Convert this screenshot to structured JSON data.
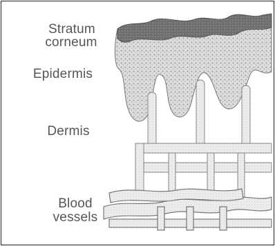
{
  "labels": {
    "stratum_corneum_line1": "Stratum",
    "stratum_corneum_line2": "corneum",
    "epidermis": "Epidermis",
    "dermis": "Dermis",
    "blood_vessels_line1": "Blood",
    "blood_vessels_line2": "vessels"
  },
  "colors": {
    "frame": "#222222",
    "label_text": "#555555",
    "stratum_corneum_fill": "#7a7a7a",
    "epidermis_fill": "#d8d8d8",
    "vessel_stroke": "#777777"
  }
}
